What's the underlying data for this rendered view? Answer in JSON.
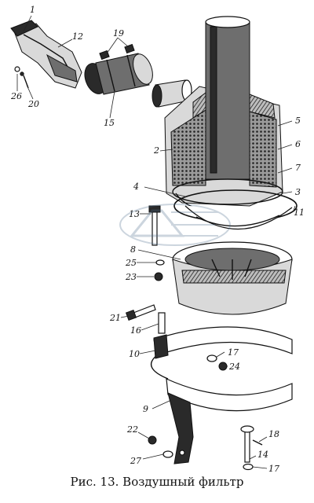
{
  "caption": "Рис. 13. Воздушный фильтр",
  "callouts": [
    "1",
    "2",
    "3",
    "4",
    "5",
    "6",
    "7",
    "8",
    "9",
    "10",
    "11",
    "12",
    "13",
    "14",
    "15",
    "16",
    "17",
    "17",
    "18",
    "19",
    "20",
    "21",
    "22",
    "23",
    "24",
    "25",
    "26",
    "27"
  ]
}
